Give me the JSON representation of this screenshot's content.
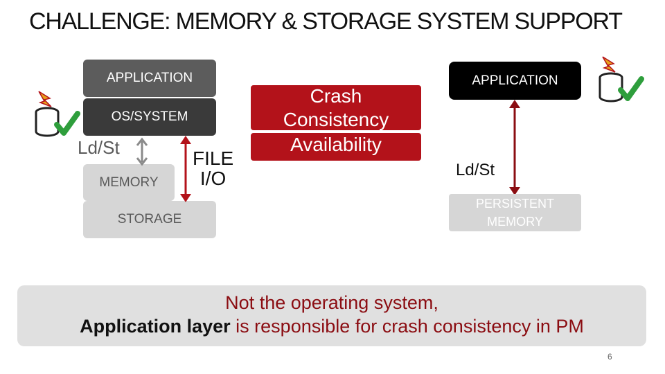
{
  "slide": {
    "title": "CHALLENGE: MEMORY & STORAGE SYSTEM SUPPORT",
    "page_number": "6"
  },
  "left_stack": {
    "application": "APPLICATION",
    "os_system": "OS/SYSTEM",
    "ld_st": "Ld/St",
    "memory": "MEMORY",
    "storage": "STORAGE",
    "file_io_line1": "FILE",
    "file_io_line2": "I/O"
  },
  "challenges": {
    "crash_consistency_line1": "Crash",
    "crash_consistency_line2": "Consistency",
    "availability": "Availability"
  },
  "right_stack": {
    "application": "APPLICATION",
    "ld_st": "Ld/St",
    "persistent_memory_line1": "PERSISTENT",
    "persistent_memory_line2": "MEMORY"
  },
  "banner": {
    "line1": "Not the operating system,",
    "line2_bold": "Application layer",
    "line2_rest": " is responsible for crash consistency in PM"
  },
  "colors": {
    "red": "#b3121a",
    "dark_red_text": "#8b0d12",
    "check_green": "#2e9e3c",
    "arrow_gray": "#7f7f7f"
  },
  "icons": [
    "database-crash-check-icon",
    "database-crash-check-icon"
  ]
}
